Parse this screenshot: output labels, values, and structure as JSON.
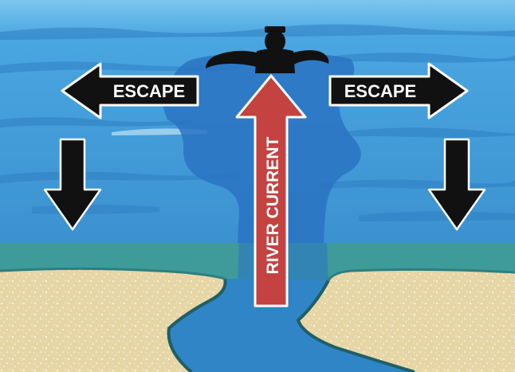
{
  "diagram": {
    "labels": {
      "escape_left": "ESCAPE",
      "escape_right": "ESCAPE",
      "current": "RIVER CURRENT"
    },
    "colors": {
      "sky_top": "#5db3e6",
      "water": "#3a93d1",
      "current_plume": "#2a76c4",
      "shallow_band": "#3f9a9a",
      "sand": "#e7d6a5",
      "sand_speckle": "#ffffff",
      "channel": "#2f85c5",
      "current_arrow": "#c4423f",
      "escape_arrow": "#111111",
      "swimmer": "#111111"
    },
    "icons": {
      "swimmer": "swimmer-silhouette-icon",
      "escape_arrows": "arrow-left-icon, arrow-right-icon",
      "down_arrows": "arrow-down-icon"
    }
  }
}
